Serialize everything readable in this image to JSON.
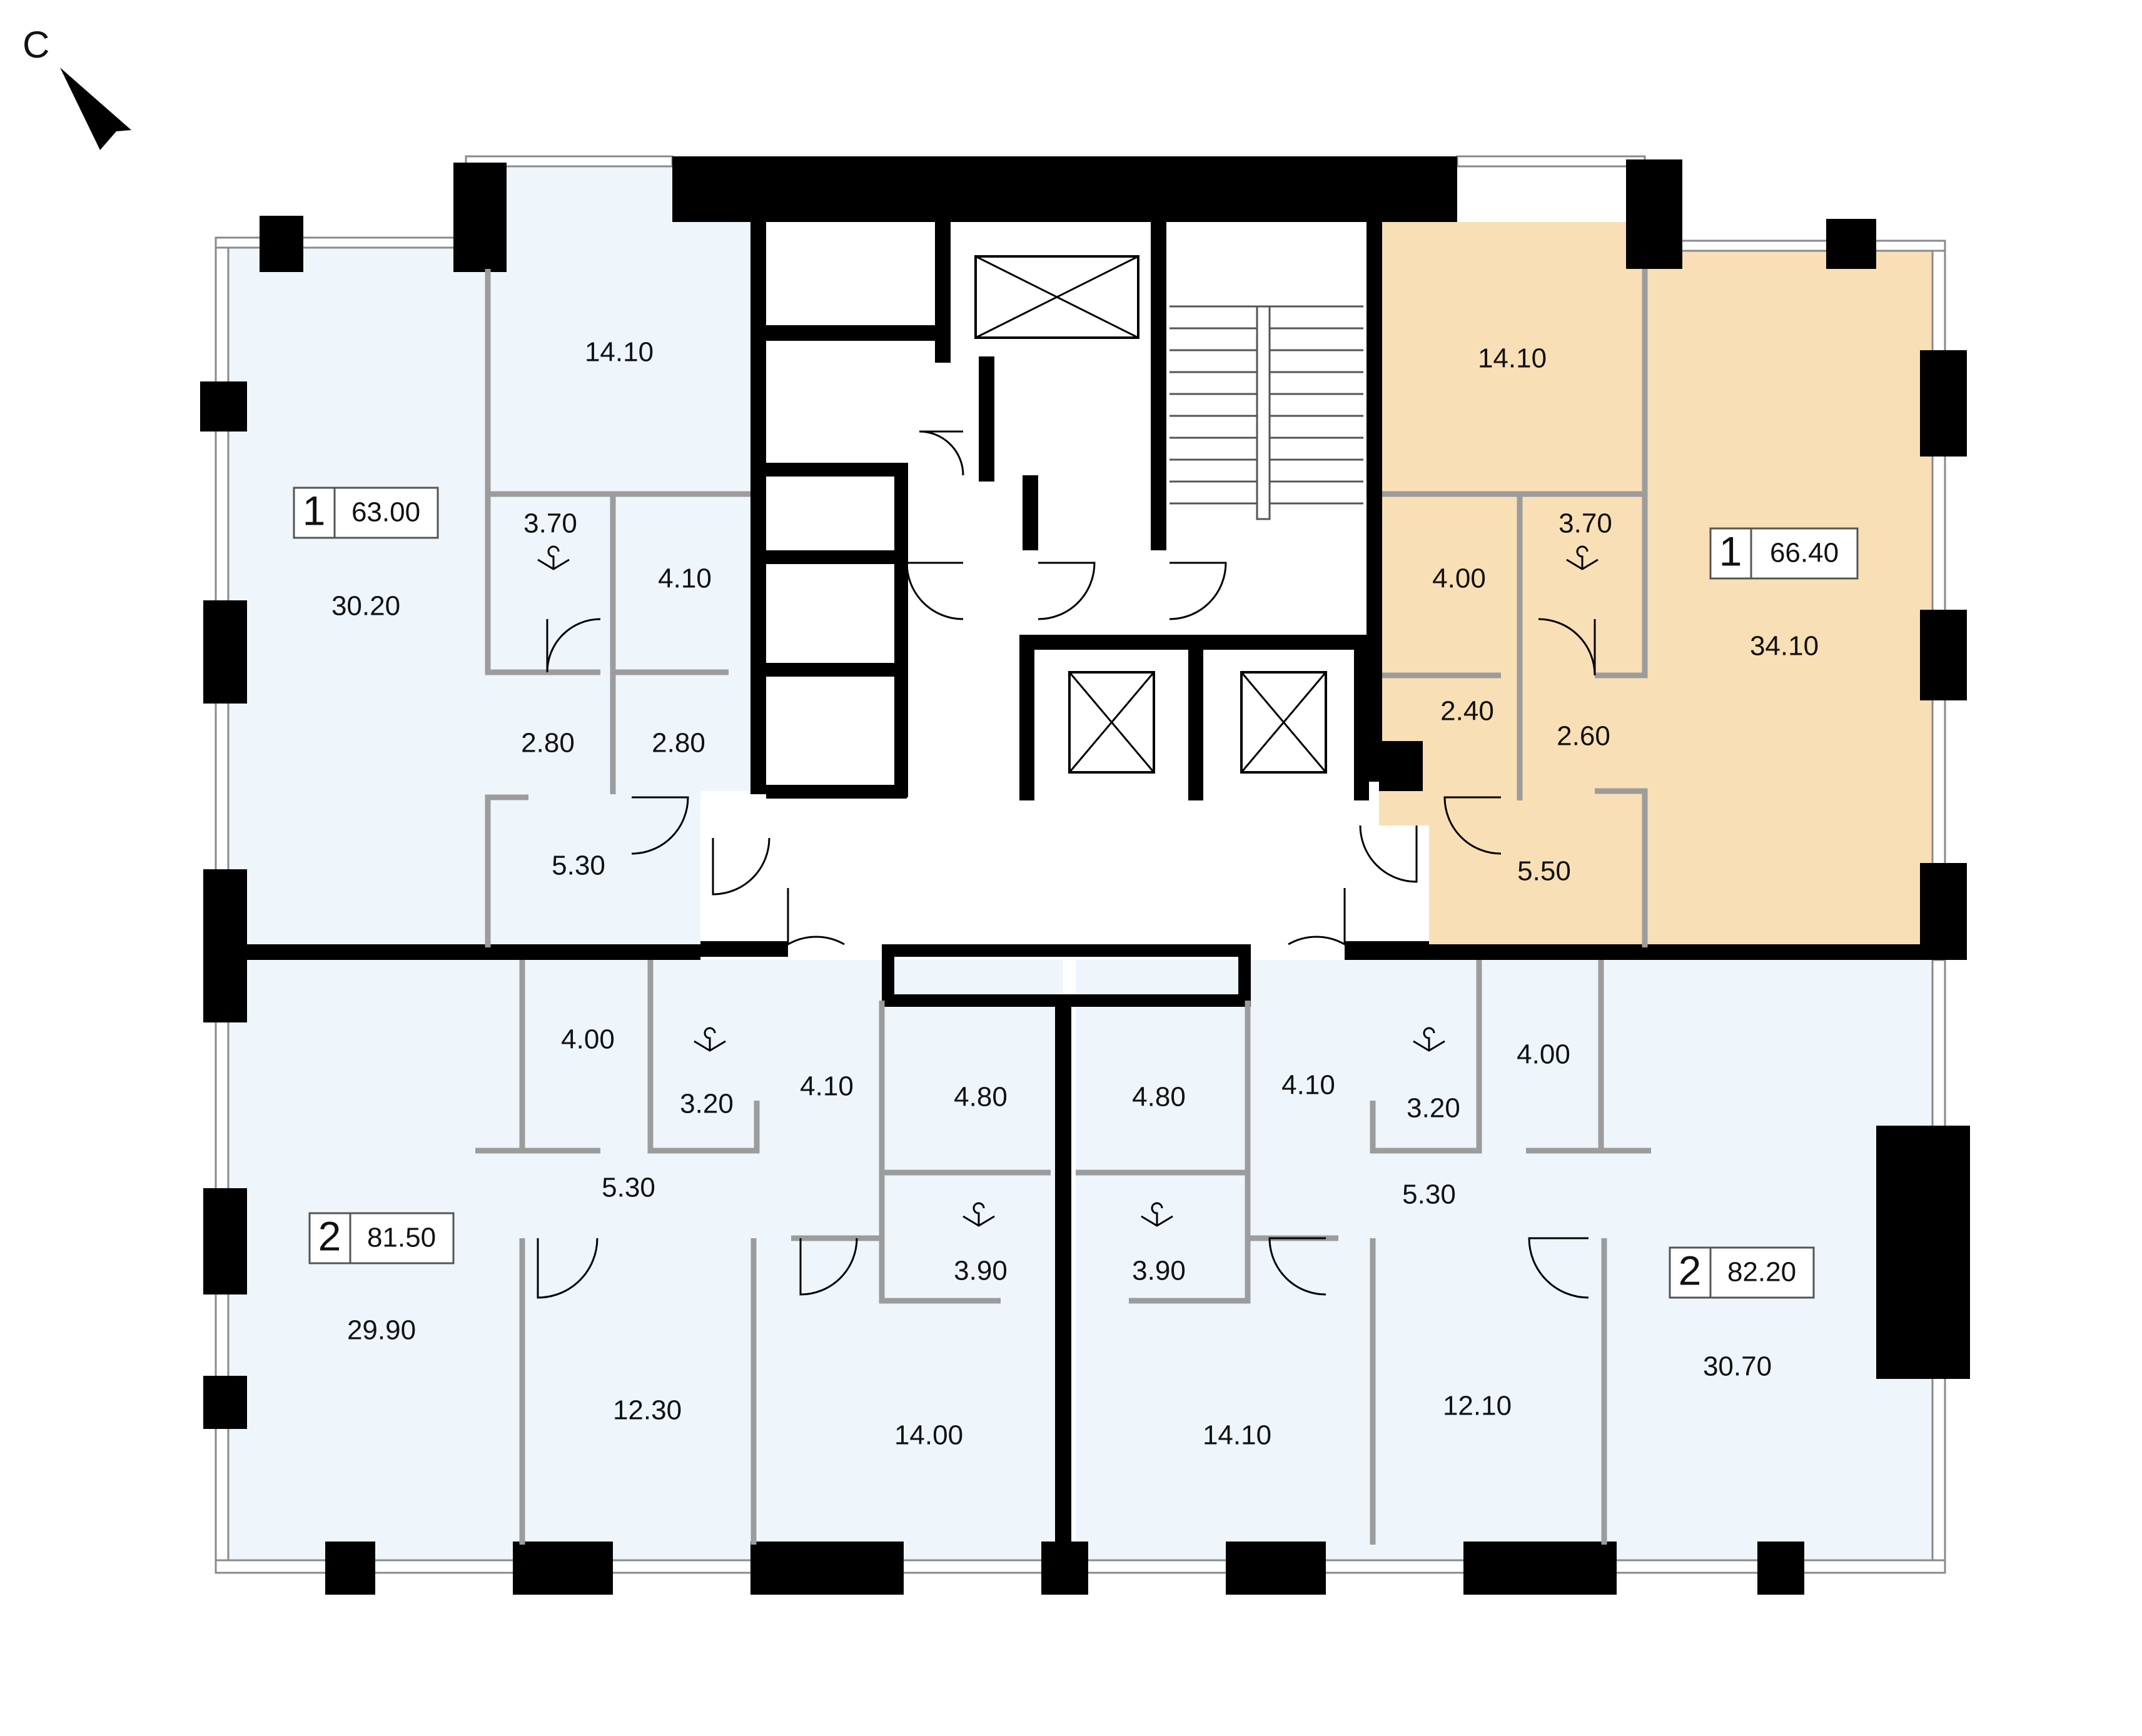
{
  "compass": {
    "letter": "С"
  },
  "colors": {
    "apartment_fill": "#eef6fc",
    "highlight_fill": "#f9dfb6",
    "wall": "#000000",
    "partition": "#9c9c9c"
  },
  "apartments": [
    {
      "id": "apt-1-left",
      "rooms": "1",
      "total_area": "63.00",
      "highlighted": false,
      "room_areas": [
        "14.10",
        "30.20",
        "3.70",
        "4.10",
        "2.80",
        "2.80",
        "5.30"
      ]
    },
    {
      "id": "apt-1-right",
      "rooms": "1",
      "total_area": "66.40",
      "highlighted": true,
      "room_areas": [
        "14.10",
        "34.10",
        "4.00",
        "3.70",
        "2.40",
        "2.60",
        "5.50"
      ]
    },
    {
      "id": "apt-2-left",
      "rooms": "2",
      "total_area": "81.50",
      "highlighted": false,
      "room_areas": [
        "4.00",
        "3.20",
        "4.10",
        "4.80",
        "5.30",
        "3.90",
        "29.90",
        "12.30",
        "14.00"
      ]
    },
    {
      "id": "apt-2-right",
      "rooms": "2",
      "total_area": "82.20",
      "highlighted": false,
      "room_areas": [
        "4.80",
        "4.10",
        "3.20",
        "4.00",
        "5.30",
        "3.90",
        "30.70",
        "12.10",
        "14.10"
      ]
    }
  ]
}
